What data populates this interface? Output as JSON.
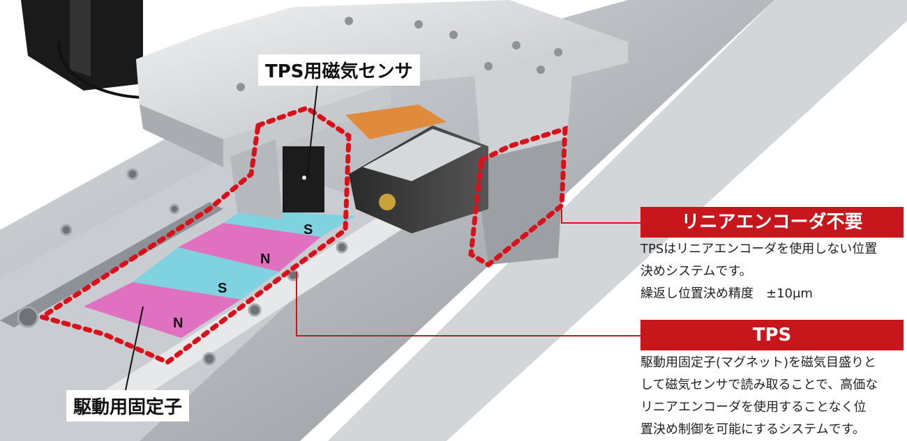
{
  "callouts": {
    "sensor_label": "TPS用磁気センサ",
    "stator_label": "駆動用固定子"
  },
  "magnets": [
    "S",
    "N",
    "S",
    "N"
  ],
  "panel_no_encoder": {
    "heading": "リニアエンコーダ不要",
    "lines": [
      "TPSはリニアエンコーダを使用しない位置",
      "決めシステムです。",
      "繰返し位置決め精度　±10μm"
    ]
  },
  "panel_tps": {
    "heading": "TPS",
    "lines": [
      "駆動用固定子(マグネット)を磁気目盛りと",
      "して磁気センサで読み取ることで、高価な",
      "リニアエンコーダを使用することなく位",
      "置決め制御を可能にするシステムです。"
    ]
  },
  "colors": {
    "accent_red": "#c8161d",
    "magnet_n": "#e070c0",
    "magnet_s": "#7fd3e0"
  }
}
